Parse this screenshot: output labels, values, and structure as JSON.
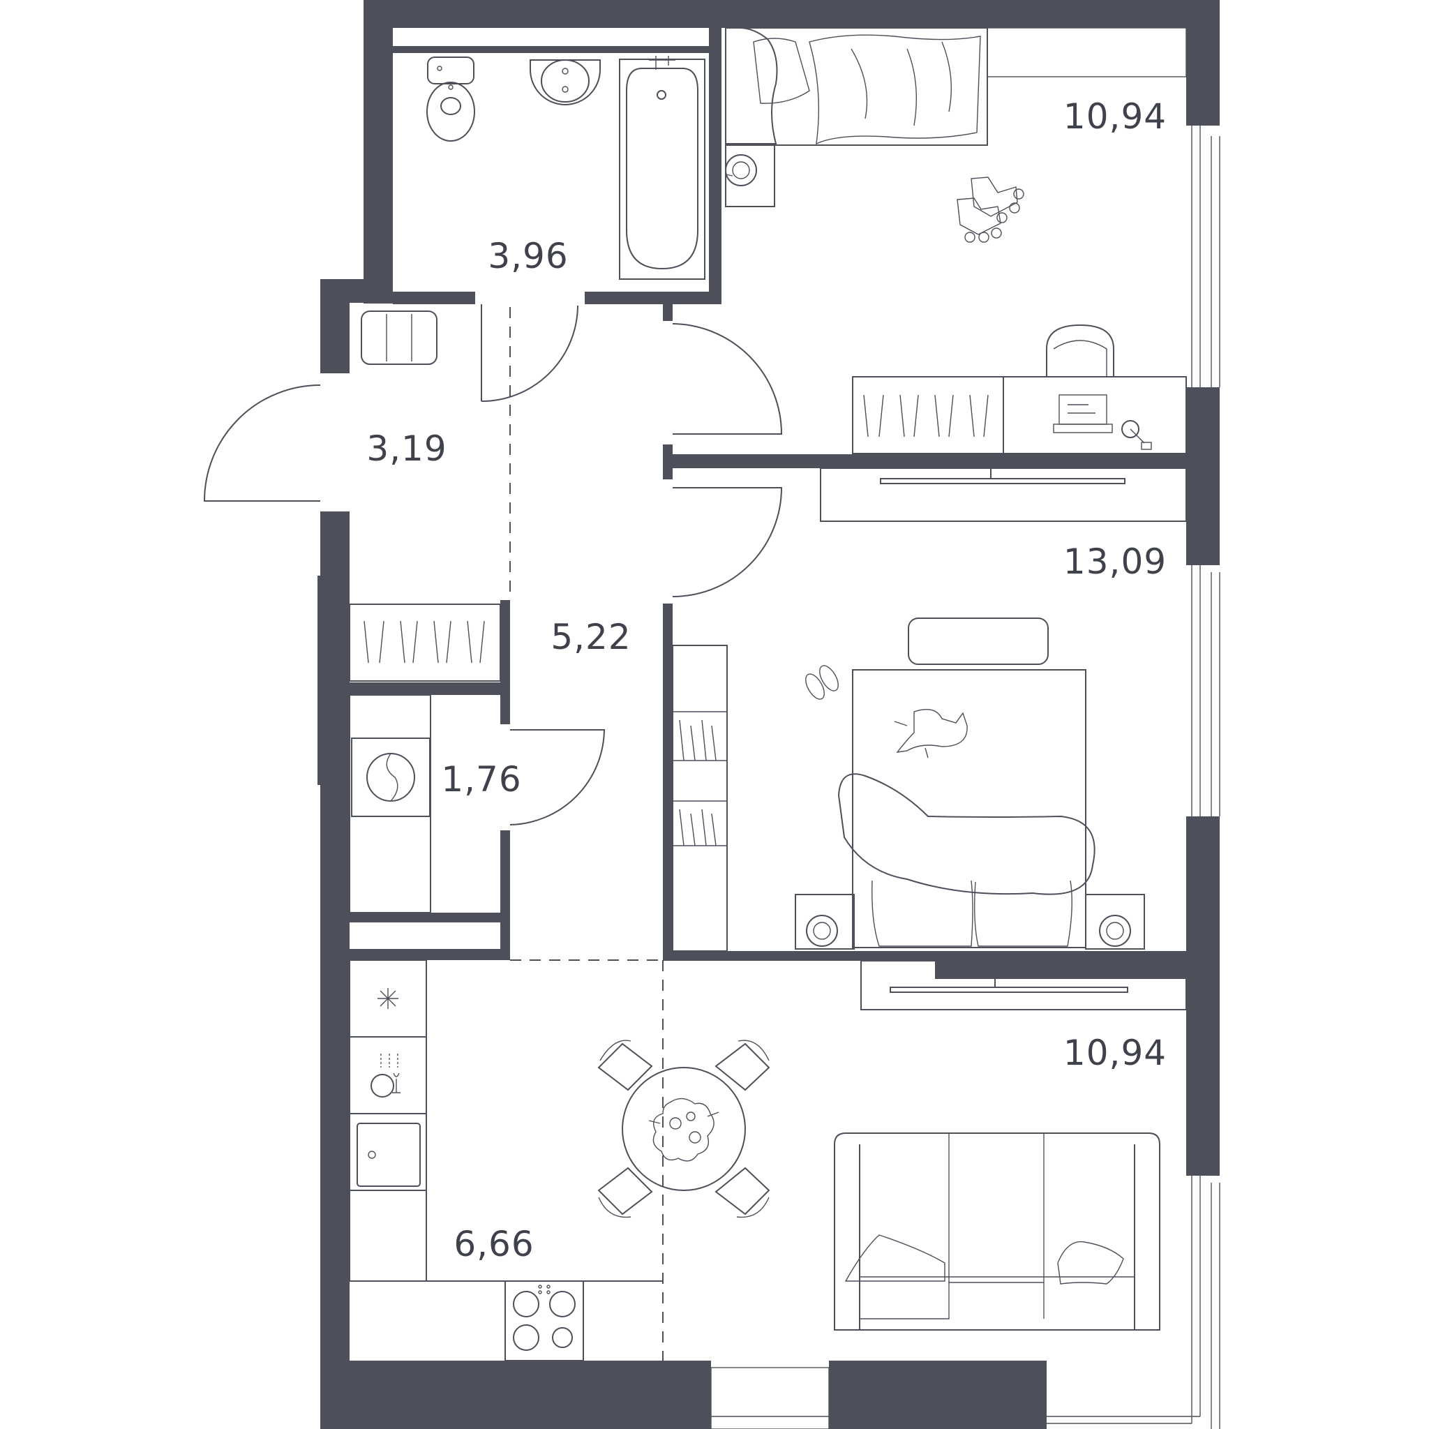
{
  "colors": {
    "walls": "#4d4f5a",
    "lines": "#4d4f5a",
    "background": "#ffffff"
  },
  "rooms": {
    "bathroom": {
      "area": "3,96"
    },
    "entry": {
      "area": "3,19"
    },
    "hall": {
      "area": "5,22"
    },
    "storage": {
      "area": "1,76"
    },
    "bedroom_small": {
      "area": "10,94"
    },
    "bedroom_main": {
      "area": "13,09"
    },
    "kitchen": {
      "area": "6,66"
    },
    "living": {
      "area": "10,94"
    }
  },
  "icons": [
    "toilet-icon",
    "sink-icon",
    "bathtub-icon",
    "bed-icon",
    "nightstand-lamp-icon",
    "roller-skates-icon",
    "desk-icon",
    "chair-icon",
    "laptop-icon",
    "desk-lamp-icon",
    "tv-stand-icon",
    "double-bed-icon",
    "cat-icon",
    "slippers-icon",
    "wardrobe-icon",
    "washing-machine-icon",
    "bench-icon",
    "fridge-icon",
    "dishwasher-icon",
    "kitchen-sink-icon",
    "cooktop-icon",
    "dining-table-icon",
    "sofa-icon"
  ]
}
